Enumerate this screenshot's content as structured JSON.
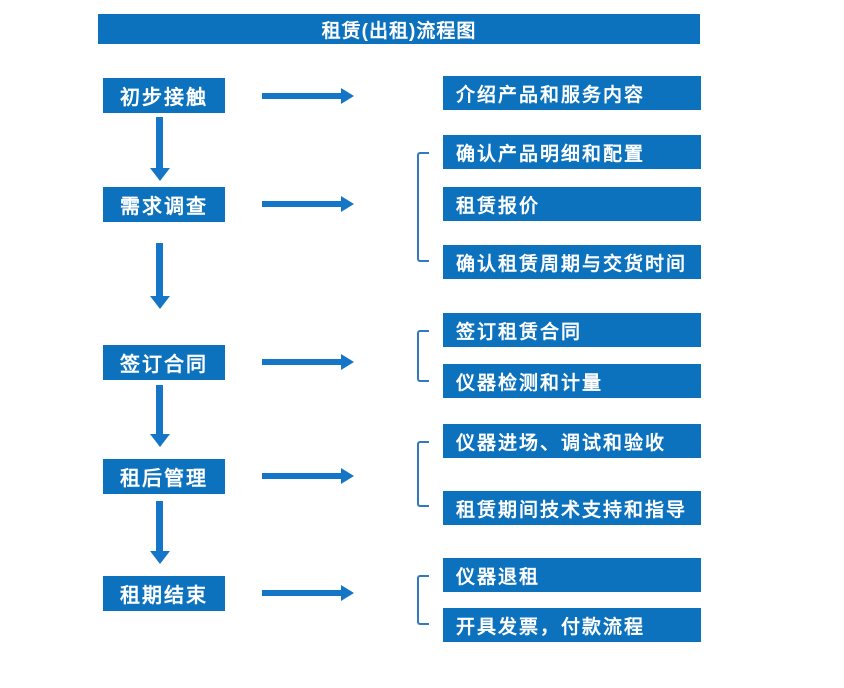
{
  "title": "租赁(出租)流程图",
  "colors": {
    "box": "#0d72bd",
    "arrow": "#1576c8",
    "bracket": "#3379bf",
    "text": "#ffffff",
    "background": "#ffffff"
  },
  "steps": [
    {
      "label": "初步接触",
      "outputs": [
        "介绍产品和服务内容"
      ]
    },
    {
      "label": "需求调查",
      "outputs": [
        "确认产品明细和配置",
        "租赁报价",
        "确认租赁周期与交货时间"
      ]
    },
    {
      "label": "签订合同",
      "outputs": [
        "签订租赁合同",
        "仪器检测和计量"
      ]
    },
    {
      "label": "租后管理",
      "outputs": [
        "仪器进场、调试和验收",
        "租赁期间技术支持和指导"
      ]
    },
    {
      "label": "租期结束",
      "outputs": [
        "仪器退租",
        "开具发票，付款流程"
      ]
    }
  ]
}
